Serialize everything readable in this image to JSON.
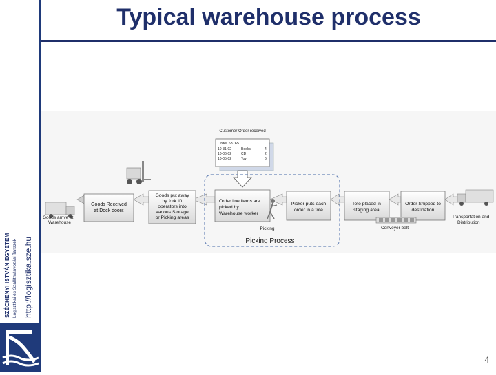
{
  "title": "Typical warehouse process",
  "page_number": "4",
  "sidebar": {
    "university": "SZÉCHENYI ISTVÁN EGYETEM",
    "department": "Logisztikai és Szállítmányozási Tanszék",
    "url": "http://logisztika.sze.hu"
  },
  "diagram": {
    "order_header": "Customer Order received",
    "order_number": "Order 53765",
    "order_rows": [
      {
        "date": "10-31-02",
        "item": "Books",
        "qty": "4"
      },
      {
        "date": "10-06-02",
        "item": "CD",
        "qty": "2"
      },
      {
        "date": "10-05-02",
        "item": "Toy",
        "qty": "6"
      }
    ],
    "arrive_label_1": "Goods arrive at",
    "arrive_label_2": "Warehouse",
    "received_1": "Goods Received",
    "received_2": "at Dock doors",
    "putaway_1": "Goods put away",
    "putaway_2": "by fork lift",
    "putaway_3": "operators into",
    "putaway_4": "various Storage",
    "putaway_5": "or Picking areas",
    "order_lines_1": "Order line items are",
    "order_lines_2": "picked by",
    "order_lines_3": "Warehouse worker",
    "picker_1": "Picker puts each",
    "picker_2": "order in a tote",
    "tote_1": "Tote placed in",
    "tote_2": "staging area",
    "shipped_1": "Order Shipped to",
    "shipped_2": "destination",
    "transport_1": "Transportation and",
    "transport_2": "Distribution",
    "picking_small": "Picking",
    "conveyor": "Conveyer belt",
    "picking_process": "Picking Process"
  }
}
